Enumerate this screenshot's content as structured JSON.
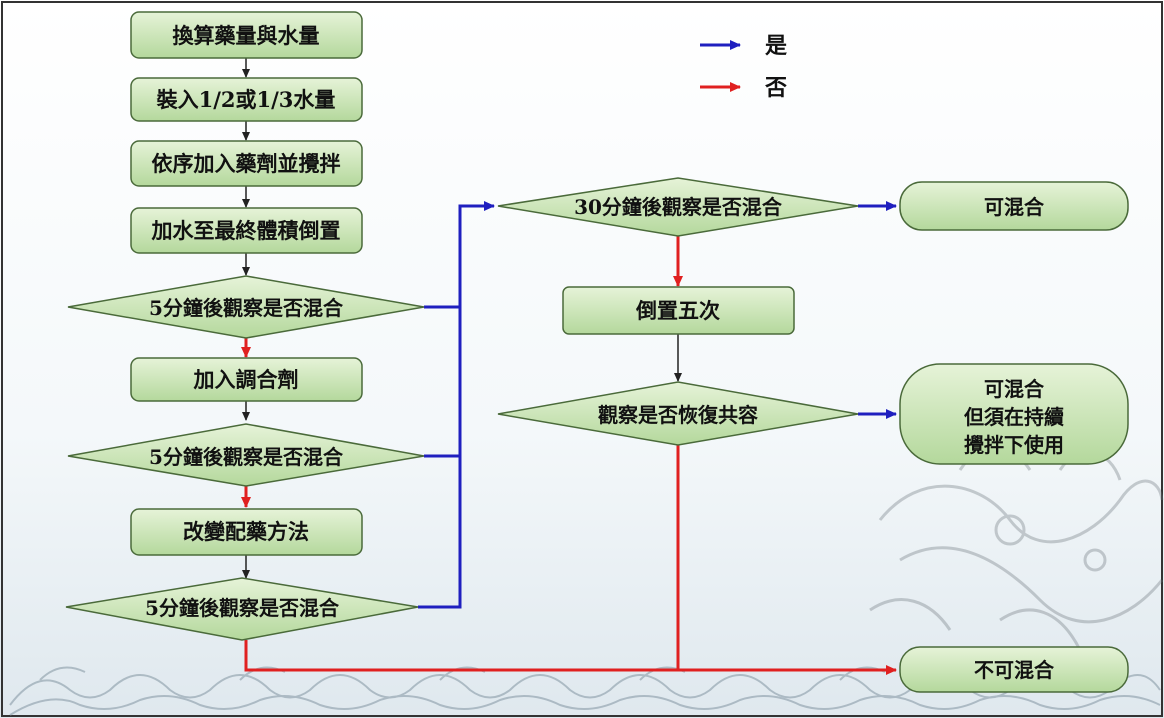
{
  "legend": {
    "yes_label": "是",
    "no_label": "否",
    "yes_color": "#1f1fbf",
    "no_color": "#e02020"
  },
  "colors": {
    "node_fill_top": "#e6f3d8",
    "node_fill_bottom": "#b8dca0",
    "node_stroke": "#4a6a3a",
    "black_arrow": "#222222"
  },
  "nodes": {
    "step1": "換算藥量與水量",
    "step2": "裝入1/2或1/3水量",
    "step3": "依序加入藥劑並攪拌",
    "step4": "加水至最終體積倒置",
    "check1": "5分鐘後觀察是否混合",
    "step5": "加入調合劑",
    "check2": "5分鐘後觀察是否混合",
    "step6": "改變配藥方法",
    "check3": "5分鐘後觀察是否混合",
    "check4": "30分鐘後觀察是否混合",
    "result_mix": "可混合",
    "step7": "倒置五次",
    "check5": "觀察是否恢復共容",
    "result_conditional_line1": "可混合",
    "result_conditional_line2": "但須在持續",
    "result_conditional_line3": "攪拌下使用",
    "result_nomix": "不可混合"
  }
}
